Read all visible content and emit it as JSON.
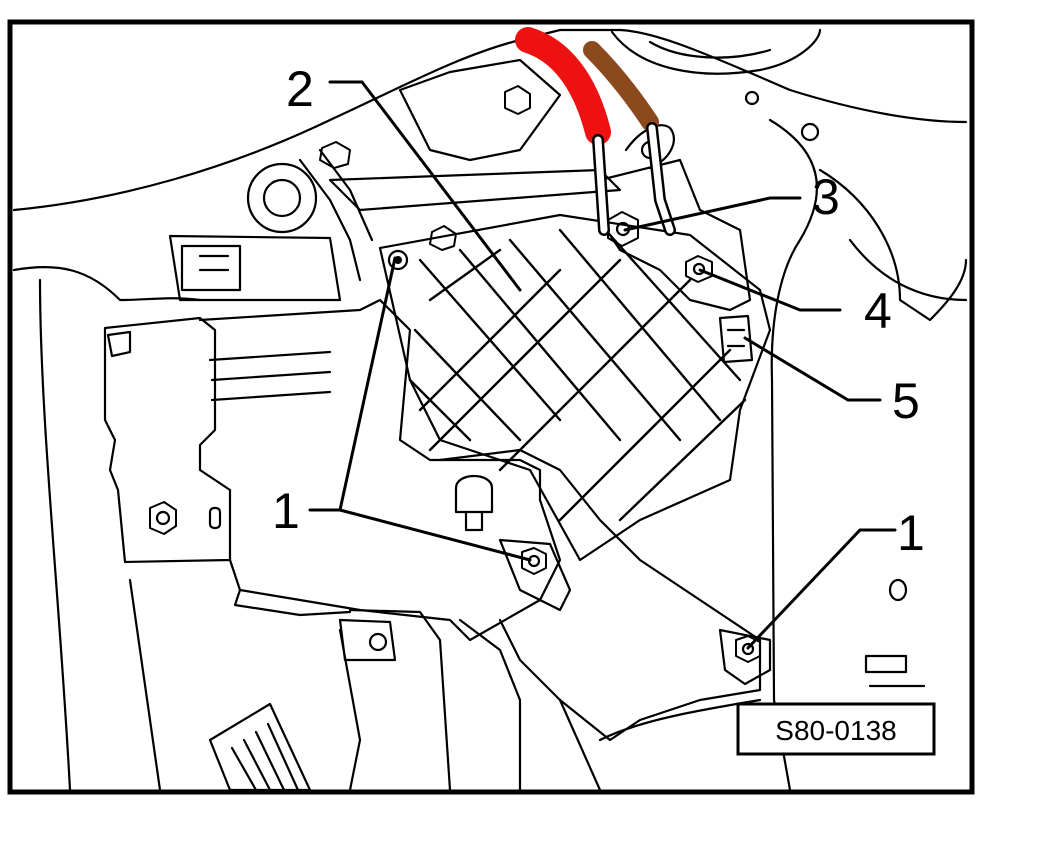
{
  "figure": {
    "reference_code": "S80-0138",
    "callouts": [
      "1",
      "2",
      "3",
      "4",
      "5",
      "1"
    ]
  },
  "colors": {
    "line": "#000000",
    "background": "#ffffff",
    "red_cable": "#ee1111",
    "brown_cable": "#8b4a1e"
  }
}
